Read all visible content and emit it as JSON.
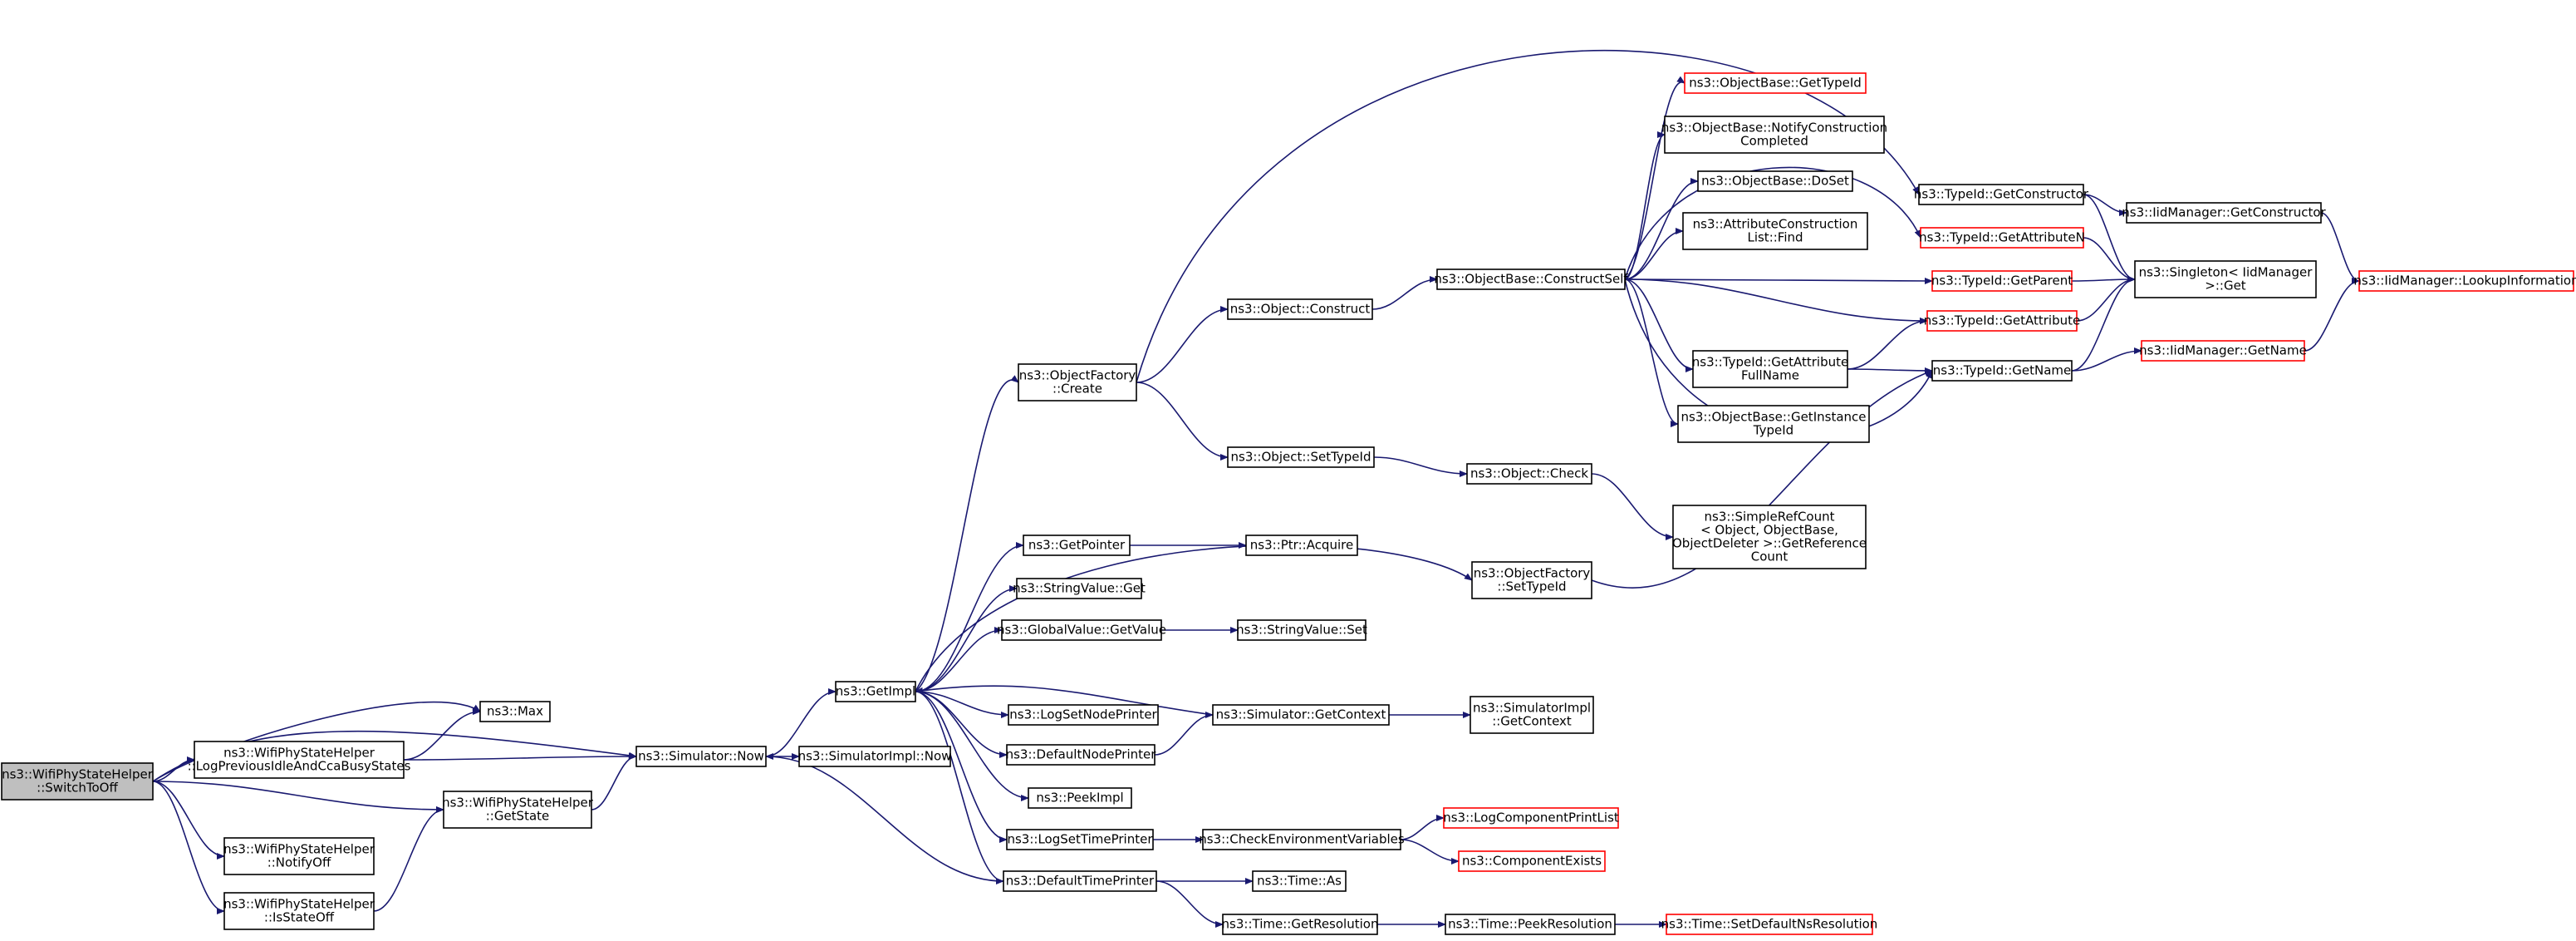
{
  "colors": {
    "edge": "#191970",
    "node_border": "#000000",
    "node_border_truncated": "#ff0000",
    "root_fill": "#bfbfbf",
    "node_fill": "#ffffff"
  },
  "nodes": [
    {
      "id": "root",
      "lines": [
        "ns3::WifiPhyStateHelper",
        "::SwitchToOff"
      ],
      "style": "root"
    },
    {
      "id": "max",
      "lines": [
        "ns3::Max"
      ],
      "style": "normal"
    },
    {
      "id": "logprev",
      "lines": [
        "ns3::WifiPhyStateHelper",
        "::LogPreviousIdleAndCcaBusyStates"
      ],
      "style": "normal"
    },
    {
      "id": "getstate",
      "lines": [
        "ns3::WifiPhyStateHelper",
        "::GetState"
      ],
      "style": "normal"
    },
    {
      "id": "notifyoff",
      "lines": [
        "ns3::WifiPhyStateHelper",
        "::NotifyOff"
      ],
      "style": "normal"
    },
    {
      "id": "isstateoff",
      "lines": [
        "ns3::WifiPhyStateHelper",
        "::IsStateOff"
      ],
      "style": "normal"
    },
    {
      "id": "simnow",
      "lines": [
        "ns3::Simulator::Now"
      ],
      "style": "normal"
    },
    {
      "id": "simimplnow",
      "lines": [
        "ns3::SimulatorImpl::Now"
      ],
      "style": "normal"
    },
    {
      "id": "getimpl",
      "lines": [
        "ns3::GetImpl"
      ],
      "style": "normal"
    },
    {
      "id": "ofcreate",
      "lines": [
        "ns3::ObjectFactory",
        "::Create"
      ],
      "style": "normal"
    },
    {
      "id": "getpointer",
      "lines": [
        "ns3::GetPointer"
      ],
      "style": "normal"
    },
    {
      "id": "svget",
      "lines": [
        "ns3::StringValue::Get"
      ],
      "style": "normal"
    },
    {
      "id": "gvgetvalue",
      "lines": [
        "ns3::GlobalValue::GetValue"
      ],
      "style": "normal"
    },
    {
      "id": "logsetnode",
      "lines": [
        "ns3::LogSetNodePrinter"
      ],
      "style": "normal"
    },
    {
      "id": "defnode",
      "lines": [
        "ns3::DefaultNodePrinter"
      ],
      "style": "normal"
    },
    {
      "id": "peekimpl",
      "lines": [
        "ns3::PeekImpl"
      ],
      "style": "normal"
    },
    {
      "id": "logsettime",
      "lines": [
        "ns3::LogSetTimePrinter"
      ],
      "style": "normal"
    },
    {
      "id": "deftime",
      "lines": [
        "ns3::DefaultTimePrinter"
      ],
      "style": "normal"
    },
    {
      "id": "objconstruct",
      "lines": [
        "ns3::Object::Construct"
      ],
      "style": "normal"
    },
    {
      "id": "objsettypeid",
      "lines": [
        "ns3::Object::SetTypeId"
      ],
      "style": "normal"
    },
    {
      "id": "ptracquire",
      "lines": [
        "ns3::Ptr::Acquire"
      ],
      "style": "normal"
    },
    {
      "id": "svset",
      "lines": [
        "ns3::StringValue::Set"
      ],
      "style": "normal"
    },
    {
      "id": "simgetctx",
      "lines": [
        "ns3::Simulator::GetContext"
      ],
      "style": "normal"
    },
    {
      "id": "checkenv",
      "lines": [
        "ns3::CheckEnvironmentVariables"
      ],
      "style": "normal"
    },
    {
      "id": "timeas",
      "lines": [
        "ns3::Time::As"
      ],
      "style": "normal"
    },
    {
      "id": "timegetres",
      "lines": [
        "ns3::Time::GetResolution"
      ],
      "style": "normal"
    },
    {
      "id": "obconstructself",
      "lines": [
        "ns3::ObjectBase::ConstructSelf"
      ],
      "style": "normal"
    },
    {
      "id": "objcheck",
      "lines": [
        "ns3::Object::Check"
      ],
      "style": "normal"
    },
    {
      "id": "ofsettypeid",
      "lines": [
        "ns3::ObjectFactory",
        "::SetTypeId"
      ],
      "style": "normal"
    },
    {
      "id": "simimplgetctx",
      "lines": [
        "ns3::SimulatorImpl",
        "::GetContext"
      ],
      "style": "normal"
    },
    {
      "id": "logcompprint",
      "lines": [
        "ns3::LogComponentPrintList"
      ],
      "style": "truncated"
    },
    {
      "id": "compexists",
      "lines": [
        "ns3::ComponentExists"
      ],
      "style": "truncated"
    },
    {
      "id": "timepeekres",
      "lines": [
        "ns3::Time::PeekResolution"
      ],
      "style": "normal"
    },
    {
      "id": "obgettypeid",
      "lines": [
        "ns3::ObjectBase::GetTypeId"
      ],
      "style": "truncated"
    },
    {
      "id": "obnotify",
      "lines": [
        "ns3::ObjectBase::NotifyConstruction",
        "Completed"
      ],
      "style": "normal"
    },
    {
      "id": "obdoset",
      "lines": [
        "ns3::ObjectBase::DoSet"
      ],
      "style": "normal"
    },
    {
      "id": "acfind",
      "lines": [
        "ns3::AttributeConstruction",
        "List::Find"
      ],
      "style": "normal"
    },
    {
      "id": "tidgetattrfull",
      "lines": [
        "ns3::TypeId::GetAttribute",
        "FullName"
      ],
      "style": "normal"
    },
    {
      "id": "obgetinst",
      "lines": [
        "ns3::ObjectBase::GetInstance",
        "TypeId"
      ],
      "style": "normal"
    },
    {
      "id": "srcgetref",
      "lines": [
        "ns3::SimpleRefCount",
        "< Object, ObjectBase,",
        " ObjectDeleter >::GetReference",
        "Count"
      ],
      "style": "normal"
    },
    {
      "id": "timesetdefns",
      "lines": [
        "ns3::Time::SetDefaultNsResolution"
      ],
      "style": "truncated"
    },
    {
      "id": "tidgetctor",
      "lines": [
        "ns3::TypeId::GetConstructor"
      ],
      "style": "normal"
    },
    {
      "id": "tidgetattrn",
      "lines": [
        "ns3::TypeId::GetAttributeN"
      ],
      "style": "truncated"
    },
    {
      "id": "tidgetparent",
      "lines": [
        "ns3::TypeId::GetParent"
      ],
      "style": "truncated"
    },
    {
      "id": "tidgetattr",
      "lines": [
        "ns3::TypeId::GetAttribute"
      ],
      "style": "truncated"
    },
    {
      "id": "tidgetname",
      "lines": [
        "ns3::TypeId::GetName"
      ],
      "style": "normal"
    },
    {
      "id": "iidgetctor",
      "lines": [
        "ns3::IidManager::GetConstructor"
      ],
      "style": "normal"
    },
    {
      "id": "singletonget",
      "lines": [
        "ns3::Singleton< IidManager",
        " >::Get"
      ],
      "style": "normal"
    },
    {
      "id": "iidgetname",
      "lines": [
        "ns3::IidManager::GetName"
      ],
      "style": "truncated"
    },
    {
      "id": "iidlookup",
      "lines": [
        "ns3::IidManager::LookupInformation"
      ],
      "style": "truncated"
    }
  ],
  "edges": [
    [
      "root",
      "max"
    ],
    [
      "root",
      "logprev"
    ],
    [
      "root",
      "getstate"
    ],
    [
      "root",
      "notifyoff"
    ],
    [
      "root",
      "isstateoff"
    ],
    [
      "root",
      "simnow"
    ],
    [
      "logprev",
      "max"
    ],
    [
      "logprev",
      "simnow"
    ],
    [
      "getstate",
      "simnow"
    ],
    [
      "isstateoff",
      "getstate"
    ],
    [
      "simnow",
      "getimpl"
    ],
    [
      "simnow",
      "simimplnow"
    ],
    [
      "getimpl",
      "ofcreate"
    ],
    [
      "getimpl",
      "getpointer"
    ],
    [
      "getimpl",
      "svget"
    ],
    [
      "getimpl",
      "gvgetvalue"
    ],
    [
      "getimpl",
      "logsetnode"
    ],
    [
      "getimpl",
      "defnode"
    ],
    [
      "getimpl",
      "peekimpl"
    ],
    [
      "getimpl",
      "logsettime"
    ],
    [
      "getimpl",
      "deftime"
    ],
    [
      "getimpl",
      "ofsettypeid"
    ],
    [
      "ofcreate",
      "objconstruct"
    ],
    [
      "ofcreate",
      "objsettypeid"
    ],
    [
      "ofcreate",
      "tidgetctor"
    ],
    [
      "getpointer",
      "ptracquire"
    ],
    [
      "gvgetvalue",
      "svset"
    ],
    [
      "defnode",
      "simgetctx"
    ],
    [
      "simgetctx",
      "getimpl"
    ],
    [
      "simgetctx",
      "simimplgetctx"
    ],
    [
      "logsettime",
      "checkenv"
    ],
    [
      "checkenv",
      "logcompprint"
    ],
    [
      "checkenv",
      "compexists"
    ],
    [
      "deftime",
      "simnow"
    ],
    [
      "deftime",
      "timeas"
    ],
    [
      "deftime",
      "timegetres"
    ],
    [
      "timegetres",
      "timepeekres"
    ],
    [
      "timepeekres",
      "timesetdefns"
    ],
    [
      "objconstruct",
      "obconstructself"
    ],
    [
      "objsettypeid",
      "objcheck"
    ],
    [
      "objcheck",
      "srcgetref"
    ],
    [
      "ofsettypeid",
      "tidgetname"
    ],
    [
      "obconstructself",
      "obgettypeid"
    ],
    [
      "obconstructself",
      "obnotify"
    ],
    [
      "obconstructself",
      "obdoset"
    ],
    [
      "obconstructself",
      "acfind"
    ],
    [
      "obconstructself",
      "tidgetattrn"
    ],
    [
      "obconstructself",
      "tidgetparent"
    ],
    [
      "obconstructself",
      "tidgetattr"
    ],
    [
      "obconstructself",
      "tidgetattrfull"
    ],
    [
      "obconstructself",
      "obgetinst"
    ],
    [
      "obconstructself",
      "tidgetname"
    ],
    [
      "tidgetattrfull",
      "tidgetattr"
    ],
    [
      "tidgetattrfull",
      "tidgetname"
    ],
    [
      "tidgetctor",
      "iidgetctor"
    ],
    [
      "tidgetctor",
      "singletonget"
    ],
    [
      "tidgetattrn",
      "singletonget"
    ],
    [
      "tidgetparent",
      "singletonget"
    ],
    [
      "tidgetattr",
      "singletonget"
    ],
    [
      "tidgetname",
      "singletonget"
    ],
    [
      "tidgetname",
      "iidgetname"
    ],
    [
      "iidgetctor",
      "iidlookup"
    ],
    [
      "iidgetname",
      "iidlookup"
    ]
  ]
}
